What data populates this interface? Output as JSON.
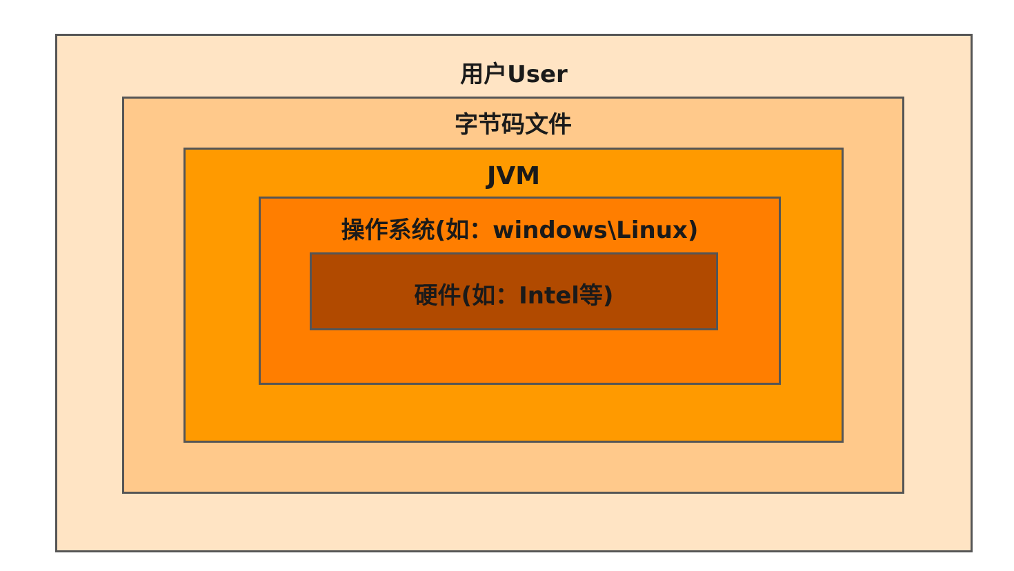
{
  "diagram": {
    "layers": [
      {
        "key": "user",
        "label": "用户User",
        "color": "#ffe4c4"
      },
      {
        "key": "bytecode",
        "label": "字节码文件",
        "color": "#ffc98b"
      },
      {
        "key": "jvm",
        "label": "JVM",
        "color": "#ff9a00"
      },
      {
        "key": "os",
        "label": "操作系统(如：windows\\Linux)",
        "color": "#ff7e00"
      },
      {
        "key": "hardware",
        "label": "硬件(如：Intel等)",
        "color": "#b14a00"
      }
    ]
  }
}
